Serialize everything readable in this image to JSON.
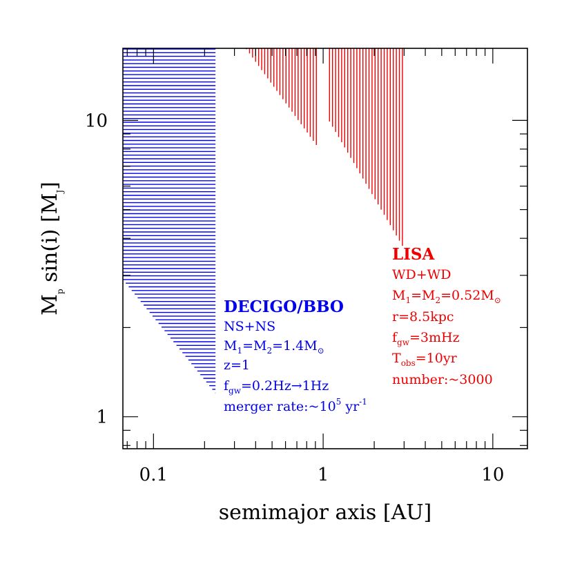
{
  "chart_data": {
    "type": "area",
    "x_scale": "log",
    "y_scale": "log",
    "xlim": [
      0.066,
      16
    ],
    "ylim": [
      0.78,
      17.5
    ],
    "x_ticks": [
      {
        "value": 0.1,
        "label": "0.1"
      },
      {
        "value": 1,
        "label": "1"
      },
      {
        "value": 10,
        "label": "10"
      }
    ],
    "y_ticks": [
      {
        "value": 1,
        "label": "1"
      },
      {
        "value": 10,
        "label": "10"
      }
    ],
    "xlabel": "semimajor axis [AU]",
    "ylabel": {
      "main": "M",
      "sub1": "p",
      "mid": " sin(i) [M",
      "sub2": "J",
      "end": "]"
    },
    "grid": false,
    "regions": [
      {
        "name": "DECIGO/BBO",
        "color": "#0000ee",
        "hatch": "horizontal",
        "polygon": [
          [
            0.066,
            17.5
          ],
          [
            0.232,
            17.5
          ],
          [
            0.232,
            1.2
          ],
          [
            0.066,
            2.9
          ]
        ]
      },
      {
        "name": "LISA",
        "color": "#ee0000",
        "hatch": "vertical",
        "polygon": [
          [
            0.35,
            17.5
          ],
          [
            0.92,
            17.5
          ],
          [
            0.92,
            8.2
          ]
        ]
      },
      {
        "name": "LISA",
        "color": "#ee0000",
        "hatch": "vertical",
        "polygon": [
          [
            1.08,
            17.5
          ],
          [
            2.95,
            17.5
          ],
          [
            2.95,
            3.75
          ],
          [
            1.08,
            10.0
          ]
        ]
      }
    ],
    "annotations": {
      "decigo": {
        "color": "#0000ee",
        "title": "DECIGO/BBO",
        "l1": "NS+NS",
        "l2": {
          "a": "M",
          "a_sub": "1",
          "b": "=M",
          "b_sub": "2",
          "c": "=1.4M",
          "c_sub": "⊙"
        },
        "l3": "z=1",
        "l4": {
          "a": "f",
          "a_sub": "gw",
          "b": "=0.2Hz→1Hz"
        },
        "l5": {
          "a": "merger rate:~10",
          "a_sup": "5",
          "b": " yr",
          "b_sup": "-1"
        }
      },
      "lisa": {
        "color": "#ee0000",
        "title": "LISA",
        "l1": "WD+WD",
        "l2": {
          "a": "M",
          "a_sub": "1",
          "b": "=M",
          "b_sub": "2",
          "c": "=0.52M",
          "c_sub": "⊙"
        },
        "l3": "r=8.5kpc",
        "l4": {
          "a": "f",
          "a_sub": "gw",
          "b": "=3mHz"
        },
        "l5": {
          "a": "T",
          "a_sub": "obs",
          "b": "=10yr"
        },
        "l6": "number:~3000"
      }
    }
  }
}
